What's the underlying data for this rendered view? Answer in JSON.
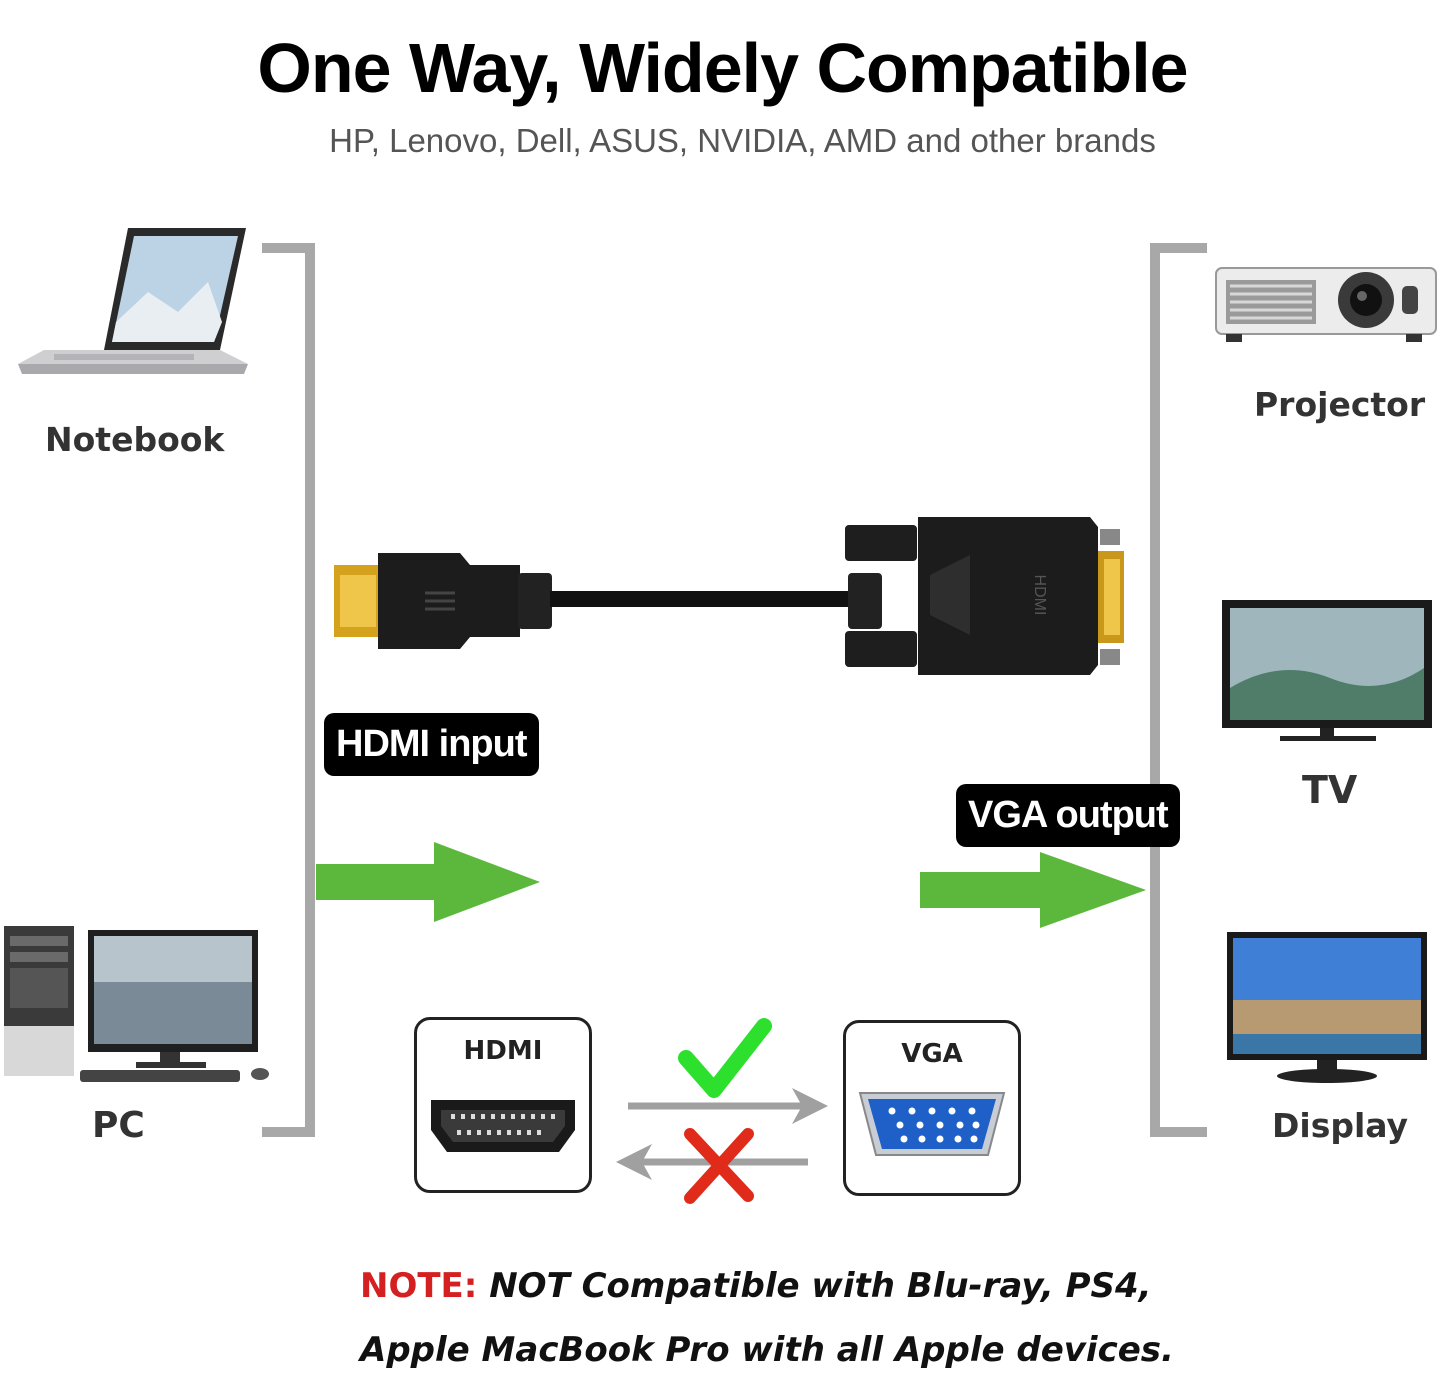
{
  "header": {
    "title": "One Way, Widely Compatible",
    "subtitle": "HP, Lenovo, Dell, ASUS, NVIDIA, AMD and other brands"
  },
  "sources": {
    "notebook": "Notebook",
    "pc": "PC"
  },
  "outputs": {
    "projector": "Projector",
    "tv": "TV",
    "display": "Display"
  },
  "cable": {
    "input_label": "HDMI input",
    "output_label": "VGA output",
    "connector_text": "HDMI"
  },
  "direction": {
    "from_port": "HDMI",
    "to_port": "VGA"
  },
  "note": {
    "prefix": "NOTE:",
    "line1": "NOT Compatible with Blu-ray, PS4,",
    "line2": "Apple MacBook Pro with all Apple devices."
  },
  "colors": {
    "arrow_green": "#5cb83c",
    "check_green": "#2ee02e",
    "cross_red": "#e02a1a",
    "bracket_gray": "#a8a8a8",
    "note_red": "#d42020"
  }
}
